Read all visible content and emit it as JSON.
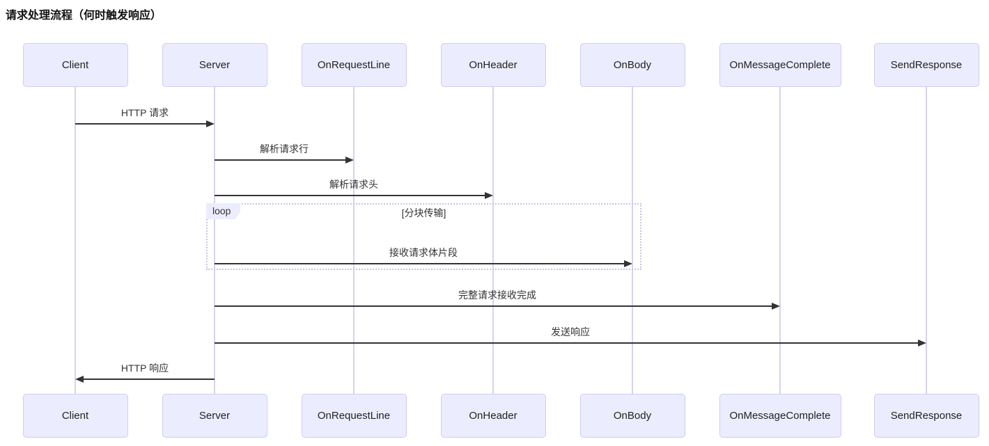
{
  "title": "请求处理流程（何时触发响应）",
  "diagram": {
    "type": "sequence-diagram",
    "participants": [
      {
        "id": "client",
        "label": "Client"
      },
      {
        "id": "server",
        "label": "Server"
      },
      {
        "id": "on-request-line",
        "label": "OnRequestLine"
      },
      {
        "id": "on-header",
        "label": "OnHeader"
      },
      {
        "id": "on-body",
        "label": "OnBody"
      },
      {
        "id": "on-message-complete",
        "label": "OnMessageComplete"
      },
      {
        "id": "send-response",
        "label": "SendResponse"
      }
    ],
    "messages": [
      {
        "from": "client",
        "to": "server",
        "label": "HTTP 请求",
        "line": "solid"
      },
      {
        "from": "server",
        "to": "on-request-line",
        "label": "解析请求行",
        "line": "solid"
      },
      {
        "from": "server",
        "to": "on-header",
        "label": "解析请求头",
        "line": "solid"
      },
      {
        "from": "server",
        "to": "on-body",
        "label": "接收请求体片段",
        "line": "solid",
        "in_loop": true
      },
      {
        "from": "server",
        "to": "on-message-complete",
        "label": "完整请求接收完成",
        "line": "solid"
      },
      {
        "from": "server",
        "to": "send-response",
        "label": "发送响应",
        "line": "solid"
      },
      {
        "from": "server",
        "to": "client",
        "label": "HTTP 响应",
        "line": "solid"
      }
    ],
    "loop": {
      "keyword": "loop",
      "condition": "[分块传输]"
    },
    "colors": {
      "actor_fill": "#ECECFF",
      "actor_border": "#CFCCEE",
      "message_line": "#333333",
      "lifeline": "#D8D2EE",
      "loop_border": "#C8C2E8",
      "text": "#333333"
    }
  }
}
